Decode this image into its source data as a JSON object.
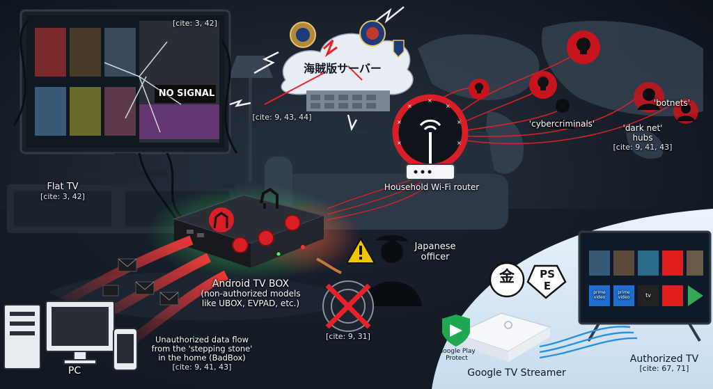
{
  "labels": {
    "flat_tv": "Flat TV",
    "flat_tv_cite": "[cite: 3, 42]",
    "tv_top_cite": "[cite: 3, 42]",
    "no_signal": "NO SIGNAL",
    "pirate_server": "海賊版サーバー",
    "server_cite": "[cite: 9, 43, 44]",
    "router": "Household Wi-Fi router",
    "cybercriminals": "'cybercriminals'",
    "botnets": "'botnets'",
    "dark_net_line1": "'dark net'",
    "dark_net_line2": "hubs",
    "dark_net_cite": "[cite: 9, 41, 43]",
    "android_box_line1": "Android TV BOX",
    "android_box_line2": "(non-authorized models",
    "android_box_line3": "like UBOX, EVPAD, etc.)",
    "officer_line1": "Japanese",
    "officer_line2": "officer",
    "officer_cite": "[cite: 9, 31]",
    "flow_line1": "Unauthorized data flow",
    "flow_line2": "from the 'stepping stone'",
    "flow_line3": "in the home (BadBox)",
    "flow_cite": "[cite: 9, 41, 43]",
    "pc": "PC",
    "google_play_line1": "Google Play",
    "google_play_line2": "Protect",
    "google_tv": "Google TV Streamer",
    "authorized_tv": "Authorized TV",
    "authorized_cite": "[cite: 67, 71]",
    "kin_mark": "金",
    "pse_top": "PS",
    "pse_bottom": "E"
  },
  "app_tiles": [
    "prime video",
    "prime video",
    "tv"
  ],
  "colors": {
    "threat_red": "#e8202a",
    "safe_blue": "#2a8fe0",
    "screen_glow": "#22c55e",
    "background": "#0d131c"
  },
  "icons": [
    "skull-icon",
    "trojan-horse-icon",
    "virus-icon",
    "warning-icon",
    "wifi-icon",
    "envelope-icon",
    "shield-icon",
    "seal-icon"
  ]
}
